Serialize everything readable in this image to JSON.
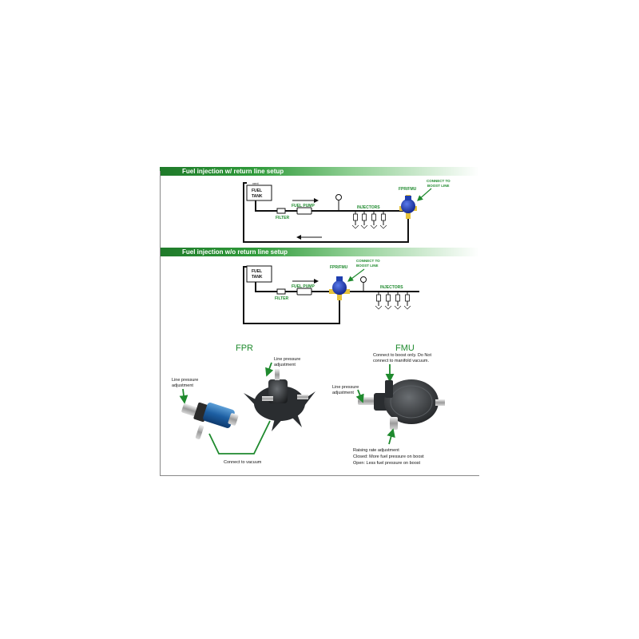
{
  "sections": {
    "with_return": {
      "title": "Fuel injection w/ return line setup",
      "tank_vent": "vent",
      "tank_label_1": "FUEL",
      "tank_label_2": "TANK",
      "filter": "FILTER",
      "pump": "FUEL PUMP",
      "injectors": "INJECTORS",
      "regulator": "FPR/FMU",
      "boost_1": "CONNECT TO",
      "boost_2": "BOOST LINE"
    },
    "without_return": {
      "title": "Fuel injection w/o return line setup",
      "tank_label_1": "FUEL",
      "tank_label_2": "TANK",
      "filter": "FILTER",
      "pump": "FUEL PUMP",
      "injectors": "INJECTORS",
      "regulator": "FPR/FMU",
      "boost_1": "CONNECT TO",
      "boost_2": "BOOST LINE"
    }
  },
  "fpr": {
    "title": "FPR",
    "line_pressure_top_1": "Line pressure",
    "line_pressure_top_2": "adjustment",
    "line_pressure_left_1": "Line pressure",
    "line_pressure_left_2": "adjustment",
    "vacuum": "Connect to vacuum"
  },
  "fmu": {
    "title": "FMU",
    "boost_1": "Connect to boost only. Do Not",
    "boost_2": "connect to manifold vacuum.",
    "line_pressure_1": "Line pressure",
    "line_pressure_2": "adjustment",
    "raising_1": "Raising rate adjustment",
    "raising_2": "Closed: More fuel pressure on boost",
    "raising_3": "Open: Less fuel pressure on boost"
  },
  "colors": {
    "accent_green": "#1f8a2e",
    "regulator_blue": "#1f3fb0",
    "line_black": "#111111"
  }
}
